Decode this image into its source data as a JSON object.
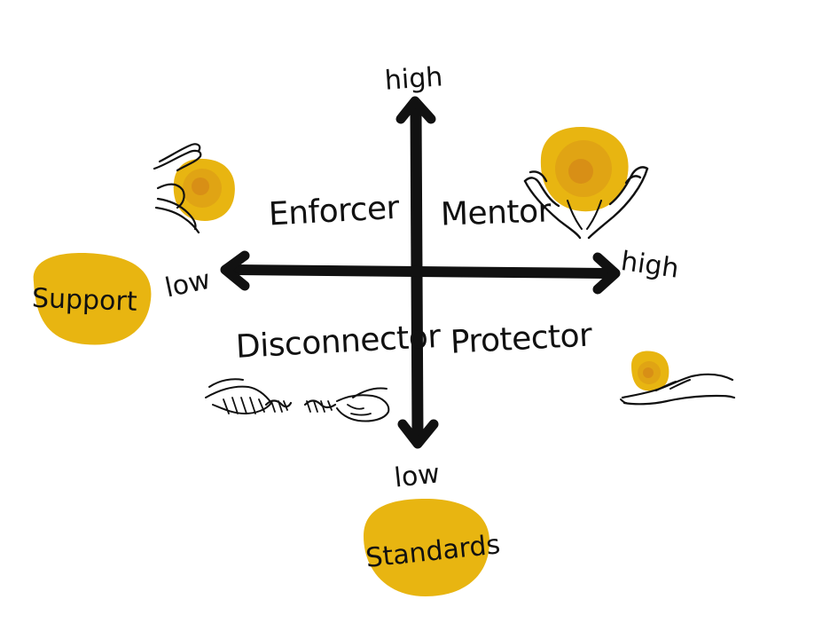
{
  "colors": {
    "blob": "#e8b511",
    "blob_mid": "#e0a414",
    "blob_inner": "#d88f16",
    "ink": "#111111"
  },
  "axes": {
    "vertical": {
      "name": "Standards",
      "high_label": "high",
      "low_label": "low"
    },
    "horizontal": {
      "name": "Support",
      "high_label": "high",
      "low_label": "low"
    }
  },
  "quadrants": {
    "top_left": "Enforcer",
    "top_right": "Mentor",
    "bottom_left": "Disconnector",
    "bottom_right": "Protector"
  },
  "illustrations": {
    "top_left": "hands-grasping-ball-icon",
    "top_right": "hands-holding-ball-icon",
    "bottom_left": "tug-of-war-rope-icon",
    "bottom_right": "hand-offering-ball-icon"
  }
}
